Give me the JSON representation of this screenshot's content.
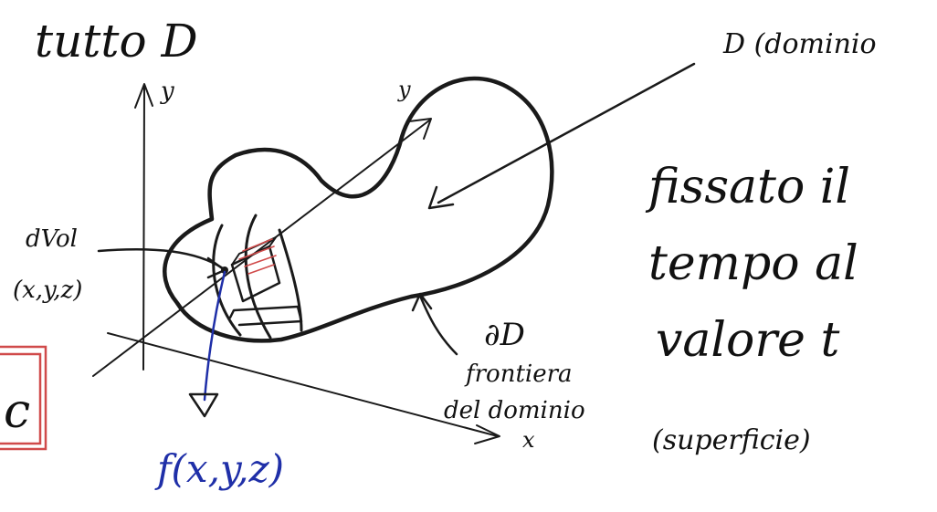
{
  "colors": {
    "ink": "#1a1a1a",
    "blue_ink": "#1f2fa8",
    "red_ink": "#d04a4a"
  },
  "labels": {
    "heading": "tutto D",
    "domain_label": "D (dominio",
    "axis_y_vertical": "y",
    "axis_y_depth": "y",
    "axis_x": "x",
    "volume_element": "dVol",
    "volume_point": "(x,y,z)",
    "boundary_symbol": "∂D",
    "boundary_word": "frontiera",
    "boundary_of_domain": "del dominio",
    "boundary_surface": "(superficie)",
    "function": "f(x,y,z)",
    "time_line1": "fissato il",
    "time_line2": "tempo al",
    "time_line3": "valore t",
    "box_letter": "c"
  }
}
